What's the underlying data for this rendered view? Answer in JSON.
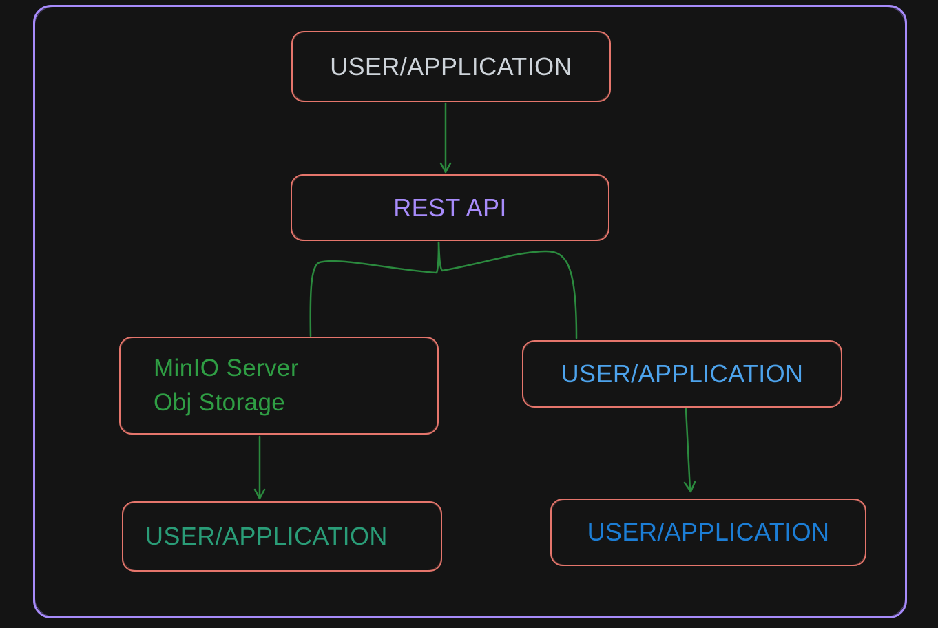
{
  "colors": {
    "background": "#141414",
    "frame": "#a78bfa",
    "box_border": "#e5766c",
    "edge": "#2b8a3e"
  },
  "nodes": {
    "user_top": {
      "label": "USER/APPLICATION",
      "color": "#ced4da"
    },
    "rest_api": {
      "label": "REST API",
      "color": "#a78bfa"
    },
    "minio": {
      "line1": "MinIO Server",
      "line2": "Obj Storage",
      "color": "#2f9e44"
    },
    "user_right": {
      "label": "USER/APPLICATION",
      "color": "#4da3ec"
    },
    "user_bottom_left": {
      "label": "USER/APPLICATION",
      "color": "#2a9d78"
    },
    "user_bottom_right": {
      "label": "USER/APPLICATION",
      "color": "#1c7ed6"
    }
  },
  "edges": [
    {
      "from": "user_top",
      "to": "rest_api",
      "style": "arrow"
    },
    {
      "from": "rest_api",
      "to": "minio",
      "style": "curve"
    },
    {
      "from": "rest_api",
      "to": "user_right",
      "style": "curve"
    },
    {
      "from": "minio",
      "to": "user_bottom_left",
      "style": "arrow"
    },
    {
      "from": "user_right",
      "to": "user_bottom_right",
      "style": "arrow"
    }
  ]
}
